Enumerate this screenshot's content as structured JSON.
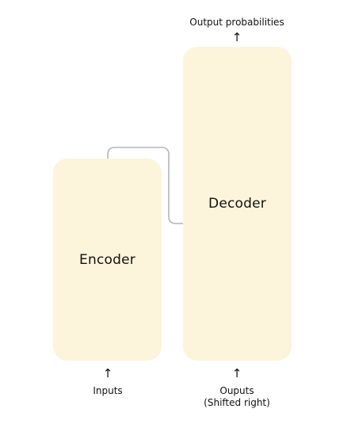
{
  "diagram": {
    "encoder": {
      "label": "Encoder"
    },
    "decoder": {
      "label": "Decoder"
    },
    "inputs_label": "Inputs",
    "outputs_label_line1": "Ouputs",
    "outputs_label_line2": "(Shifted right)",
    "output_probabilities_label": "Output probabilities",
    "arrow_symbol": "↑"
  },
  "colors": {
    "block_fill": "#fdf4dc",
    "connector": "#b5b5b5",
    "text": "#111111"
  }
}
